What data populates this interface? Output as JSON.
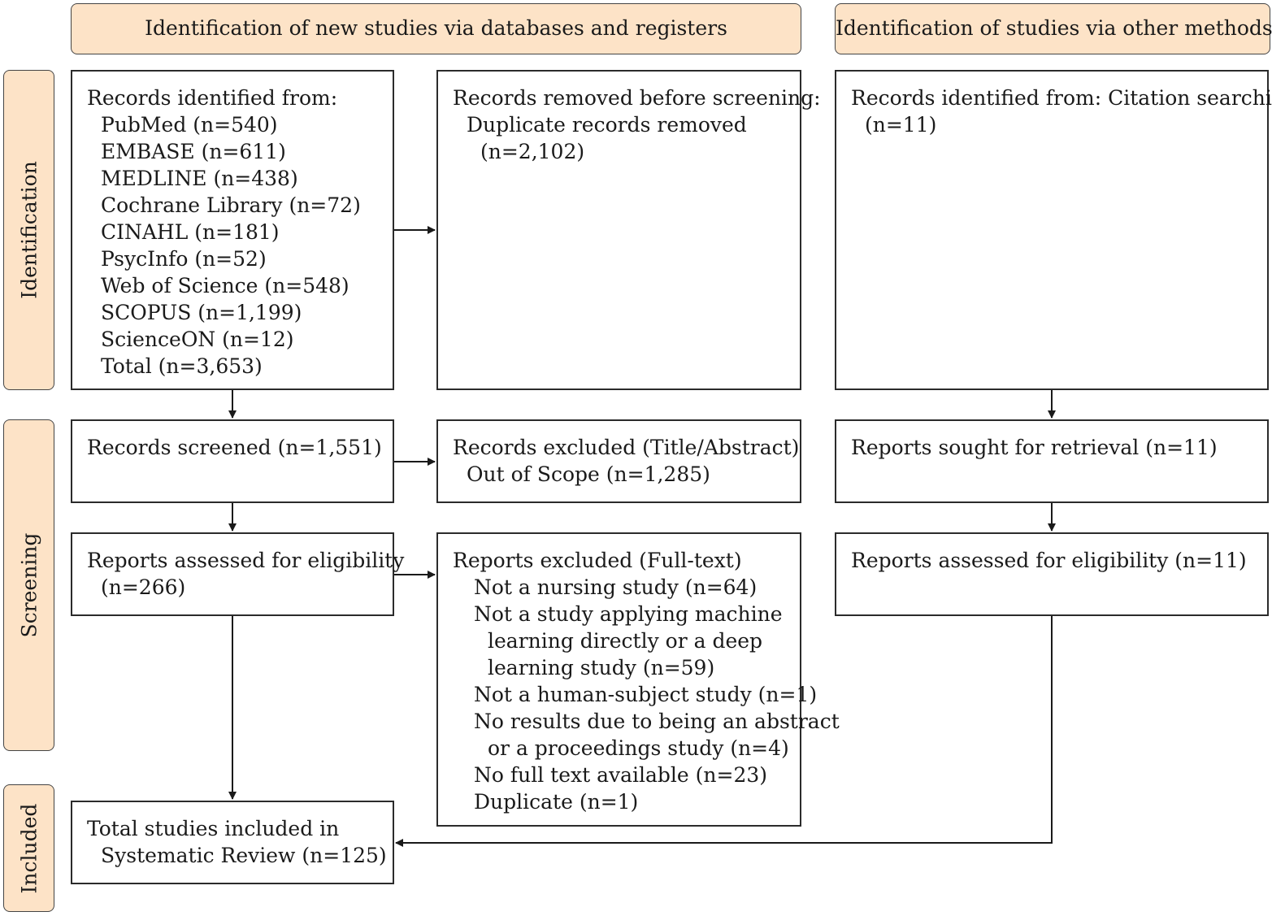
{
  "headers": {
    "databases": "Identification of new studies via databases and registers",
    "other": "Identification of studies via other methods"
  },
  "phases": {
    "identification": "Identification",
    "screening": "Screening",
    "included": "Included"
  },
  "boxes": {
    "records_identified": {
      "lines": [
        "Records identified from:",
        "PubMed (n=540)",
        "EMBASE (n=611)",
        "MEDLINE (n=438)",
        "Cochrane Library (n=72)",
        "CINAHL (n=181)",
        "PsycInfo (n=52)",
        "Web of Science (n=548)",
        "SCOPUS (n=1,199)",
        "ScienceON (n=12)",
        "Total (n=3,653)"
      ]
    },
    "records_removed": {
      "lines": [
        "Records removed before screening:",
        "Duplicate records removed",
        "(n=2,102)"
      ]
    },
    "citation_search": {
      "lines": [
        "Records identified from: Citation searching",
        "(n=11)"
      ]
    },
    "records_screened": {
      "lines": [
        "Records screened (n=1,551)"
      ]
    },
    "records_excluded": {
      "lines": [
        "Records excluded (Title/Abstract)",
        "Out of Scope (n=1,285)"
      ]
    },
    "reports_sought": {
      "lines": [
        "Reports sought for retrieval (n=11)"
      ]
    },
    "reports_assessed": {
      "lines": [
        "Reports assessed for eligibility",
        "(n=266)"
      ]
    },
    "reports_excluded": {
      "lines": [
        "Reports excluded (Full-text)",
        "Not a nursing study (n=64)",
        "Not a study applying machine",
        "learning directly or a deep",
        "learning study (n=59)",
        "Not a human-subject study (n=1)",
        "No results due to being an abstract",
        "or a proceedings study (n=4)",
        "No full text available (n=23)",
        "Duplicate (n=1)"
      ]
    },
    "reports_assessed_other": {
      "lines": [
        "Reports assessed for eligibility (n=11)"
      ]
    },
    "included": {
      "lines": [
        "Total studies included in",
        "Systematic Review (n=125)"
      ]
    }
  }
}
